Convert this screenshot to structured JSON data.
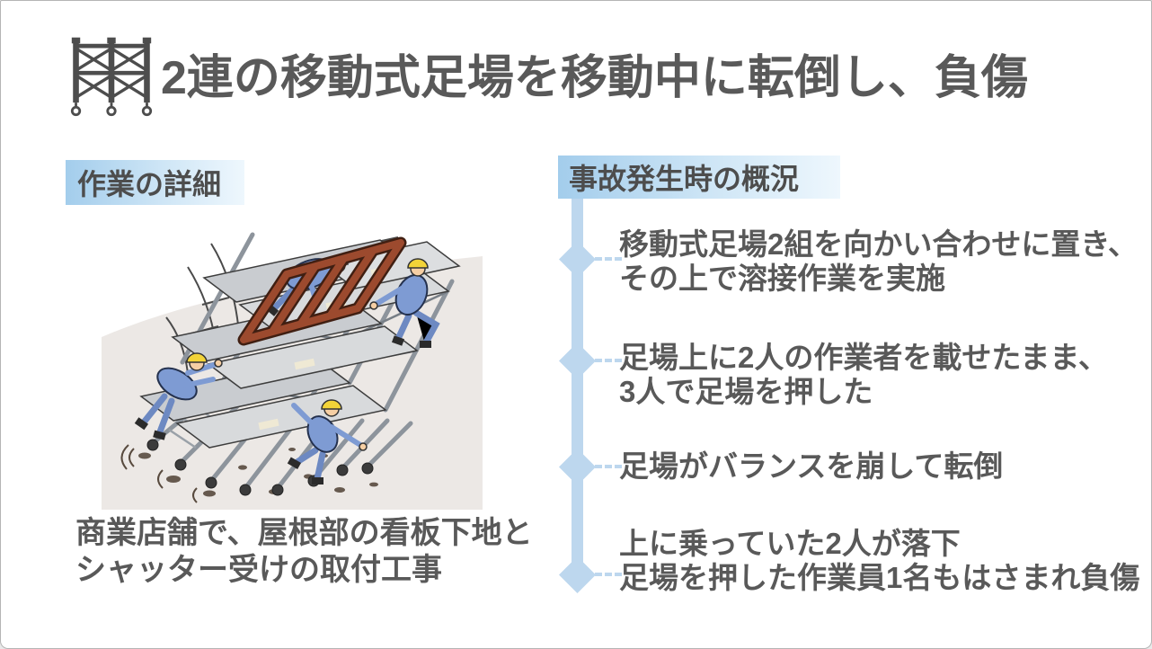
{
  "title": "2連の移動式足場を移動中に転倒し、負傷",
  "title_icon": "rolling-scaffold-icon",
  "work_detail": {
    "label": "作業の詳細",
    "caption_lines": [
      "商業店舗で、屋根部の看板下地と",
      "シャッター受けの取付工事"
    ]
  },
  "accident": {
    "label": "事故発生時の概況",
    "events": [
      {
        "lines": [
          "移動式足場2組を向かい合わせに置き、",
          "その上で溶接作業を実施"
        ]
      },
      {
        "lines": [
          "足場上に2人の作業者を載せたまま、",
          "3人で足場を押した"
        ]
      },
      {
        "lines": [
          "足場がバランスを崩して転倒"
        ]
      },
      {
        "lines": [
          "上に乗っていた2人が落下",
          "足場を押した作業員1名もはさまれ負傷"
        ]
      }
    ]
  },
  "colors": {
    "text_gray": "#595959",
    "timeline_blue": "#BDD7EE",
    "label_gradient_from": "#A3CDEC",
    "label_gradient_to": "#EEF7FD",
    "worker_blue": "#7E9BD3",
    "helmet_yellow": "#F2D338",
    "frame_brown": "#9C4A2E",
    "floor_beige": "#ECE8E5"
  }
}
